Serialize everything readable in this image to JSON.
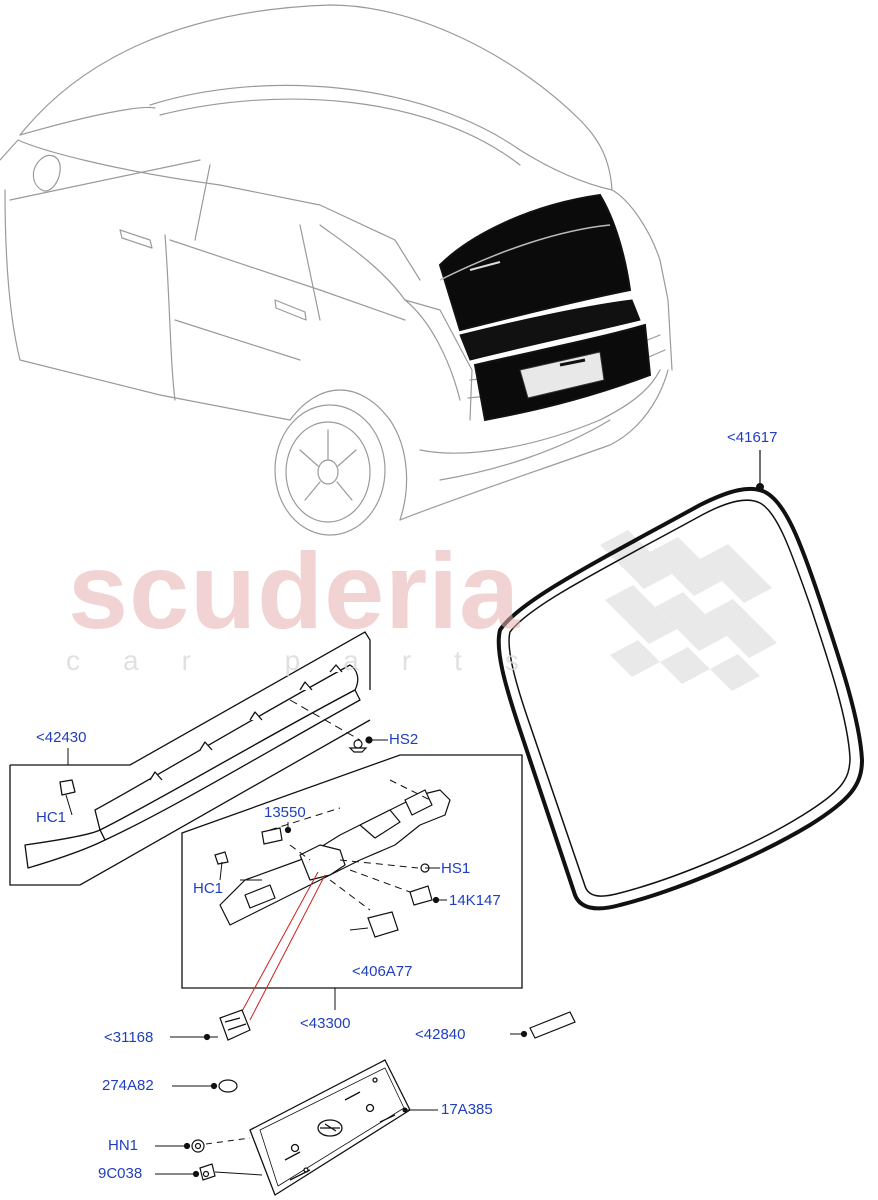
{
  "watermark": {
    "brand": "scuderia",
    "sub": "car parts"
  },
  "colors": {
    "callout": "#1f3fbf",
    "line": "#111111",
    "light_line": "#9a9a9a",
    "leader_red": "#cc2222"
  },
  "callouts": [
    {
      "id": "c41617",
      "text": "<41617"
    },
    {
      "id": "c42430",
      "text": "<42430"
    },
    {
      "id": "cHS2",
      "text": "HS2"
    },
    {
      "id": "cHC1a",
      "text": "HC1"
    },
    {
      "id": "c13550",
      "text": "13550"
    },
    {
      "id": "cHC1b",
      "text": "HC1"
    },
    {
      "id": "cHS1",
      "text": "HS1"
    },
    {
      "id": "c14K147",
      "text": "14K147"
    },
    {
      "id": "c406A77",
      "text": "<406A77"
    },
    {
      "id": "c43300",
      "text": "<43300"
    },
    {
      "id": "c31168",
      "text": "<31168"
    },
    {
      "id": "c42840",
      "text": "<42840"
    },
    {
      "id": "c274A82",
      "text": "274A82"
    },
    {
      "id": "c17A385",
      "text": "17A385"
    },
    {
      "id": "cHN1",
      "text": "HN1"
    },
    {
      "id": "c9C038",
      "text": "9C038"
    }
  ]
}
